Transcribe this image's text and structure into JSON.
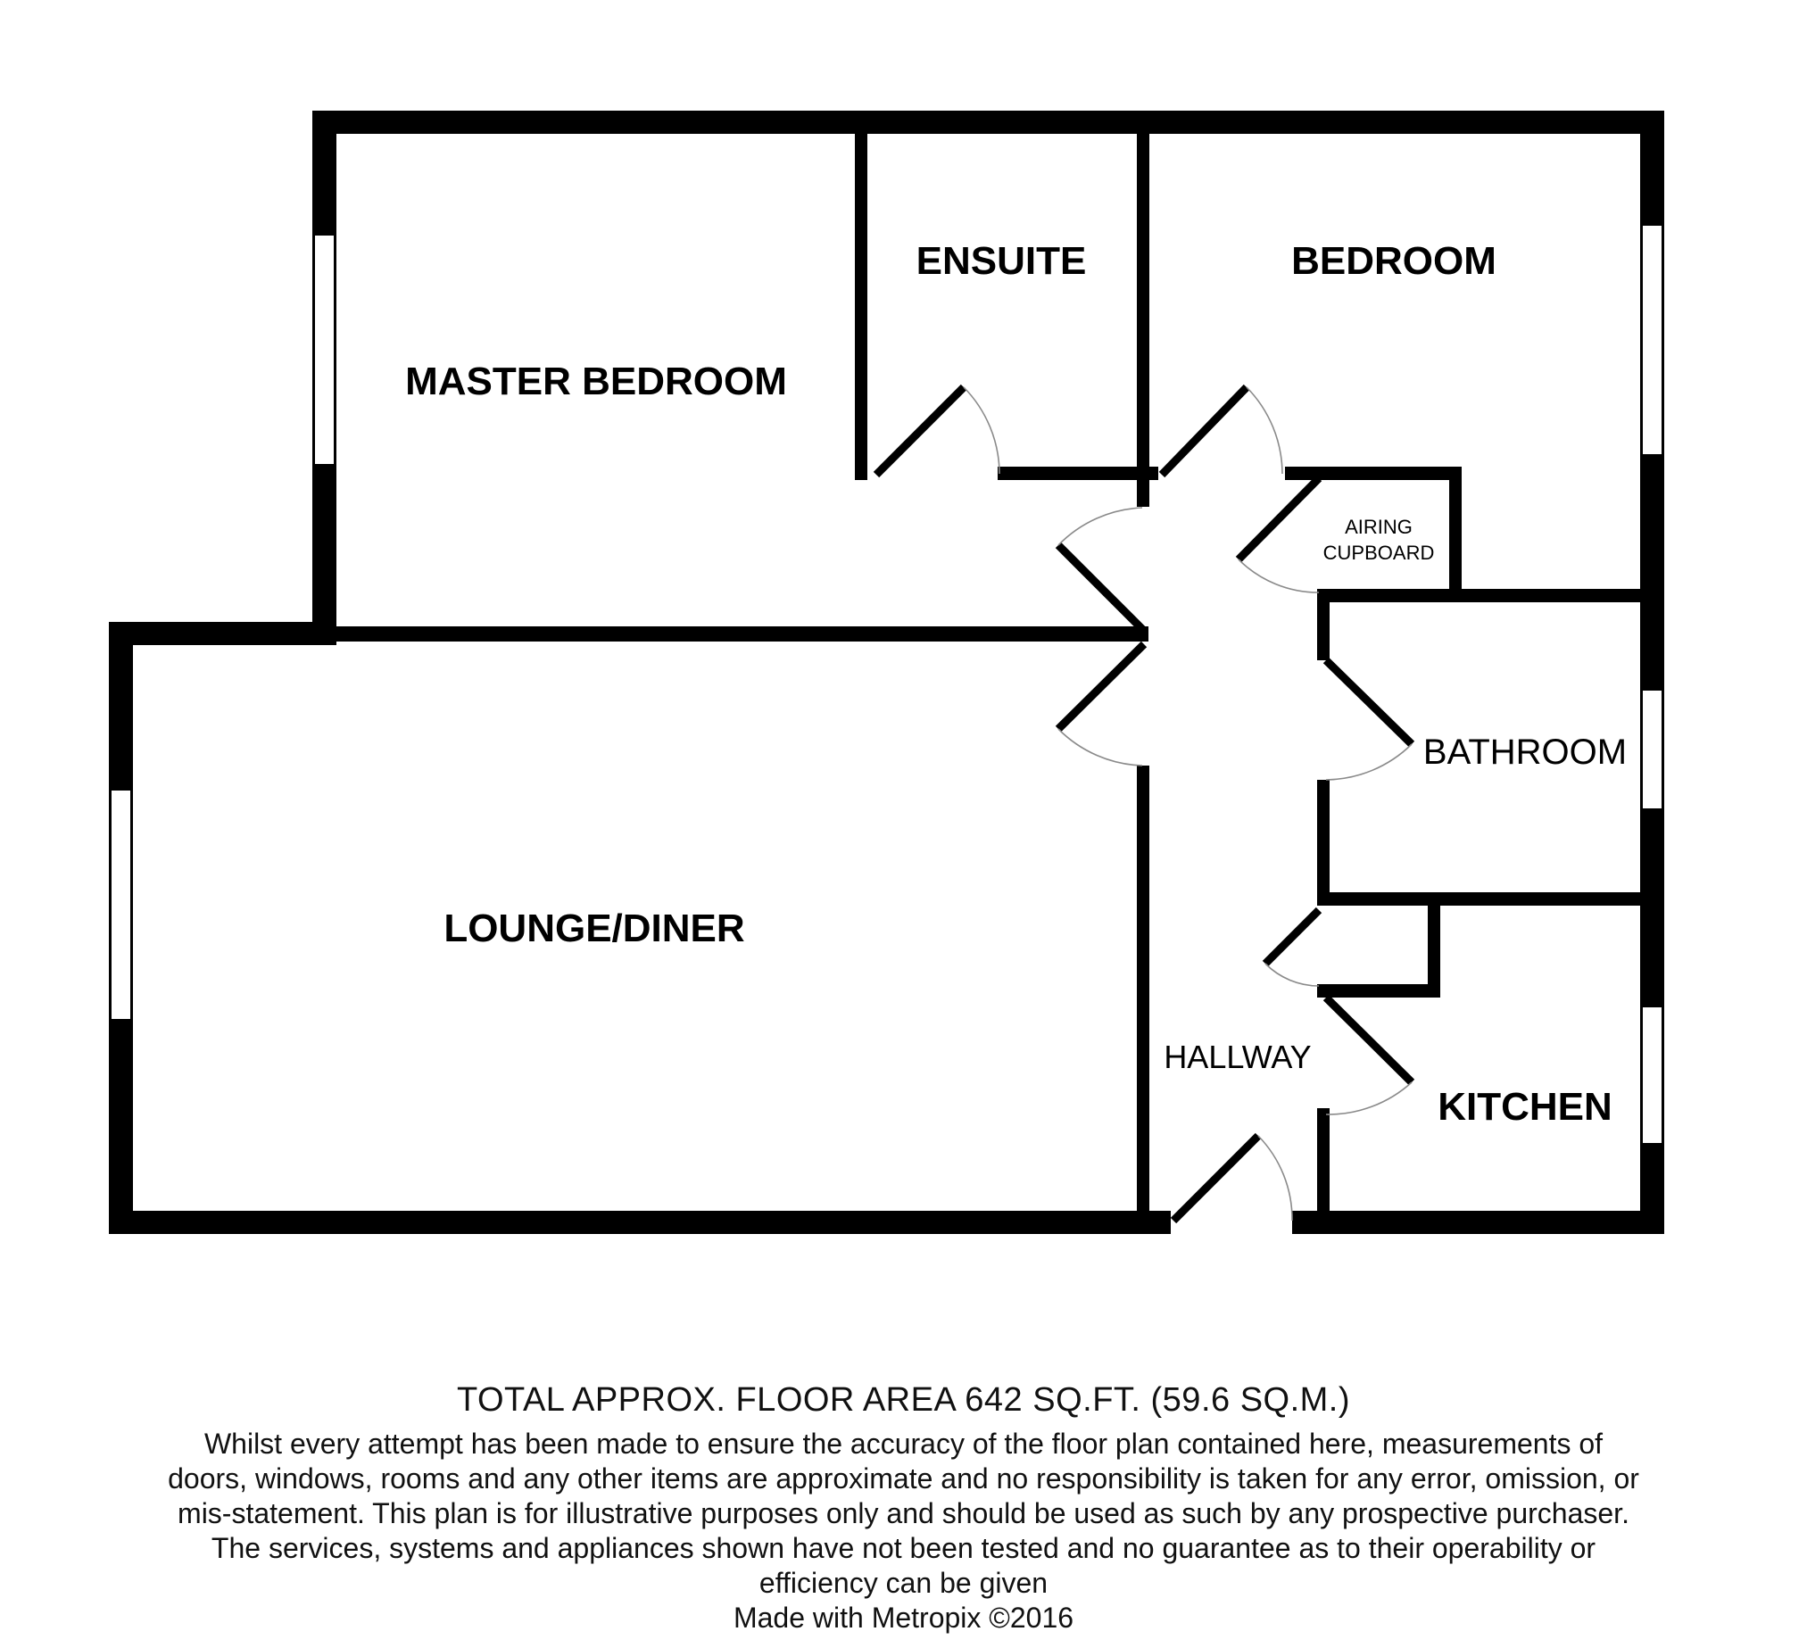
{
  "rooms": {
    "master_bedroom": "MASTER BEDROOM",
    "ensuite": "ENSUITE",
    "bedroom": "BEDROOM",
    "airing_cupboard_line1": "AIRING",
    "airing_cupboard_line2": "CUPBOARD",
    "bathroom": "BATHROOM",
    "lounge_diner": "LOUNGE/DINER",
    "hallway": "HALLWAY",
    "kitchen": "KITCHEN"
  },
  "footer": {
    "total_area": "TOTAL APPROX. FLOOR AREA 642 SQ.FT. (59.6 SQ.M.)",
    "disclaimer": "Whilst every attempt has been made to ensure the accuracy of the floor plan contained here, measurements of doors, windows, rooms and any other items are approximate and no responsibility is taken for any error, omission, or mis-statement. This plan is for illustrative purposes only and should be used as such by any prospective purchaser. The services, systems and appliances shown have not been tested and no guarantee as to their operability or efficiency can be given",
    "credit": "Made with Metropix ©2016"
  },
  "colors": {
    "wall": "#000000",
    "window": "#ffffff",
    "door_swing": "#8a8a8a"
  }
}
